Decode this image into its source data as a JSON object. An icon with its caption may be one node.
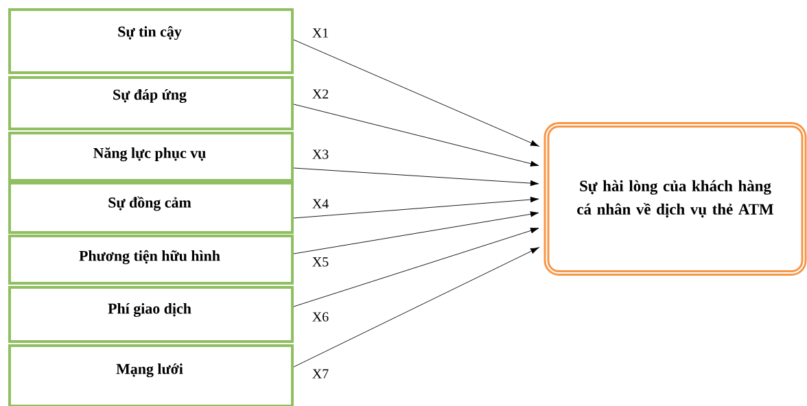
{
  "diagram": {
    "nodes": [
      {
        "text": [
          "Sự tin cậy"
        ]
      },
      {
        "text": [
          "Sự đáp ứng"
        ]
      },
      {
        "text": [
          "Năng lực phục vụ"
        ]
      },
      {
        "text": [
          "Sự đồng cảm"
        ]
      },
      {
        "text": [
          "Phương tiện hữu hình"
        ]
      },
      {
        "text": [
          "Phí giao dịch"
        ]
      },
      {
        "text": [
          "Mạng lưới"
        ]
      },
      {
        "text": [
          "Sự hài lòng của khách hàng cá nhân về dịch vụ thẻ ATM"
        ]
      }
    ],
    "edges": [
      {
        "from": 0,
        "to": 7,
        "arrow": "to",
        "label": "X1"
      },
      {
        "from": 1,
        "to": 7,
        "arrow": "to",
        "label": "X2"
      },
      {
        "from": 2,
        "to": 7,
        "arrow": "to",
        "label": "X3"
      },
      {
        "from": 3,
        "to": 7,
        "arrow": "to",
        "label": "X4"
      },
      {
        "from": 4,
        "to": 7,
        "arrow": "to",
        "label": "X5"
      },
      {
        "from": 5,
        "to": 7,
        "arrow": "to",
        "label": "X6"
      },
      {
        "from": 6,
        "to": 7,
        "arrow": "to",
        "label": "X7"
      }
    ]
  }
}
